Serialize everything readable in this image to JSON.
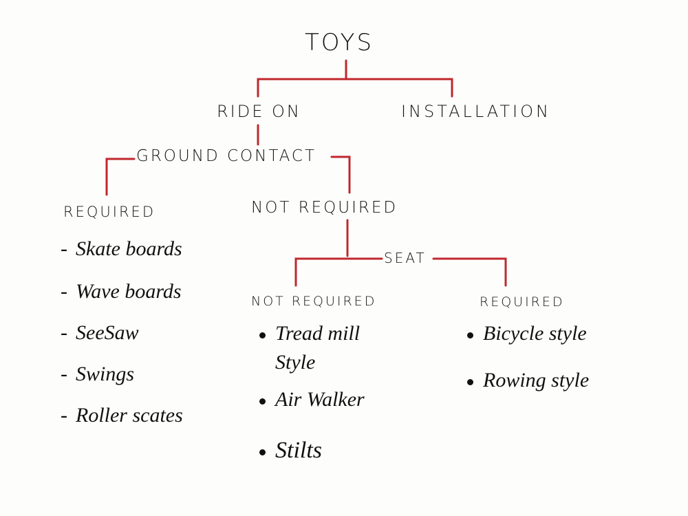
{
  "root": "TOYS",
  "level1": [
    "RIDE ON",
    "INSTALLATION"
  ],
  "ground_contact": "GROUND CONTACT",
  "required_label": "REQUIRED",
  "not_required_label": "NOT REQUIRED",
  "required_items": [
    "Skate boards",
    "Wave boards",
    "SeeSaw",
    "Swings",
    "Roller scates"
  ],
  "seat": "SEAT",
  "seat_not_required": {
    "label": "NOT REQUIRED",
    "items": [
      "Tread mill",
      "Style",
      "Air Walker",
      "Stilts"
    ]
  },
  "seat_required": {
    "label": "REQUIRED",
    "items": [
      "Bicycle style",
      "Rowing style"
    ]
  },
  "colors": {
    "line": "#c0272d",
    "ink": "#111111"
  },
  "dash": "-"
}
